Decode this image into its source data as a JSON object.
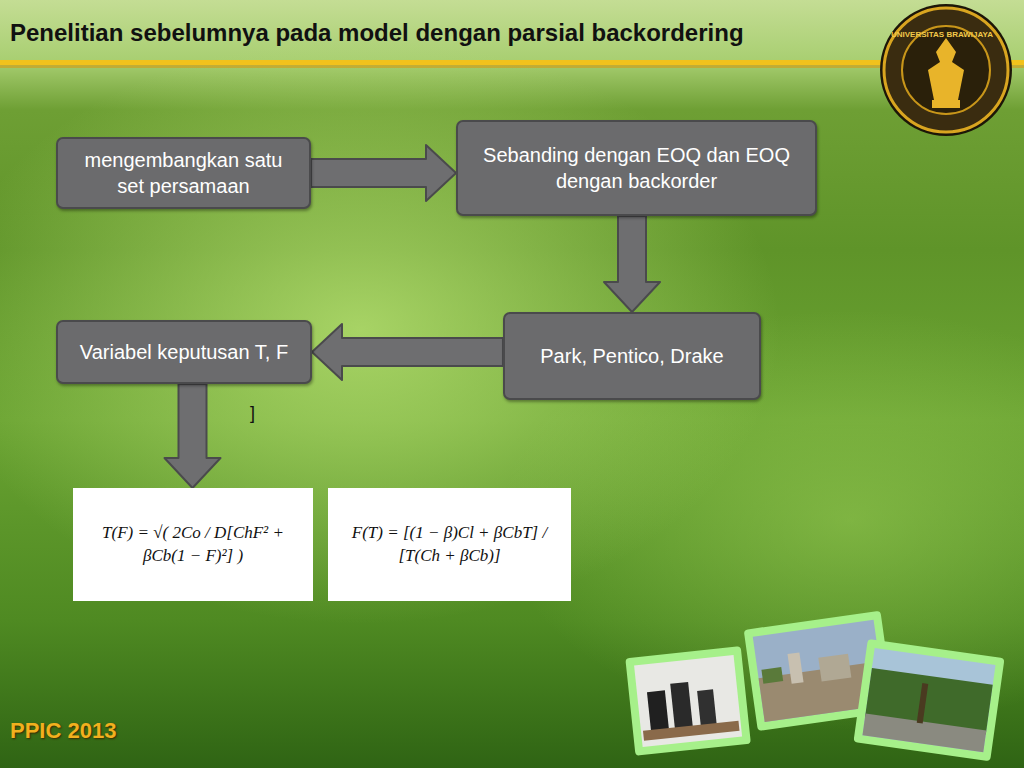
{
  "diagram": {
    "title": "Penelitian sebelumnya pada model dengan parsial backordering",
    "nodes": [
      {
        "text": [
          "mengembangkan satu set persamaan"
        ]
      },
      {
        "text": [
          "Sebanding dengan EOQ dan EOQ dengan backorder"
        ]
      },
      {
        "text": [
          "Park, Pentico, Drake"
        ]
      },
      {
        "text": [
          "Variabel keputusan T, F"
        ]
      },
      {
        "text": [
          "T(F) = √( 2Co / D[ChF² + βCb(1 − F)²] )"
        ]
      },
      {
        "text": [
          "F(T) = [(1 − β)Cl + βCbT] / [T(Ch + βCb)]"
        ]
      }
    ],
    "edges": [
      {
        "from": 0,
        "to": 1,
        "arrow": "to"
      },
      {
        "from": 1,
        "to": 2,
        "arrow": "to"
      },
      {
        "from": 2,
        "to": 3,
        "arrow": "to"
      },
      {
        "from": 3,
        "to": 4,
        "arrow": "to"
      }
    ],
    "labels": [
      "]",
      "UNIVERSITAS BRAWIJAYA",
      "PPIC 2013"
    ]
  }
}
